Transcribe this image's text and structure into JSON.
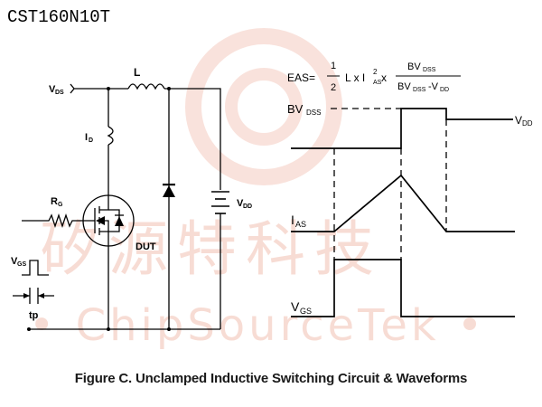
{
  "title": "CST160N10T",
  "caption": "Figure C. Unclamped Inductive Switching Circuit & Waveforms",
  "watermark": {
    "chinese": "矽源特科技",
    "english": "• ChipSourceTek •",
    "color": "#f2c0b2"
  },
  "circuit_labels": {
    "vds": "V",
    "vds_sub": "DS",
    "inductor": "L",
    "id": "I",
    "id_sub": "D",
    "rg": "R",
    "rg_sub": "G",
    "vgs": "V",
    "vgs_sub": "GS",
    "tp": "tp",
    "dut": "DUT",
    "vdd": "V",
    "vdd_sub": "DD"
  },
  "formula": {
    "lhs": "EAS=",
    "frac_num": "1",
    "frac_den": "2",
    "mid": "L x I",
    "mid_sub": "AS",
    "mid_sup": "2",
    "times": "x",
    "num": "BV",
    "num_sub": "DSS",
    "den": "BV",
    "den_sub": "DSS",
    "den_tail": "-V",
    "den_tail_sub": "DD"
  },
  "waveform_labels": {
    "bvdss": "BV",
    "bvdss_sub": "DSS",
    "vdd": "V",
    "vdd_sub": "DD",
    "ias": "I",
    "ias_sub": "AS",
    "vgs": "V",
    "vgs_sub": "GS"
  }
}
